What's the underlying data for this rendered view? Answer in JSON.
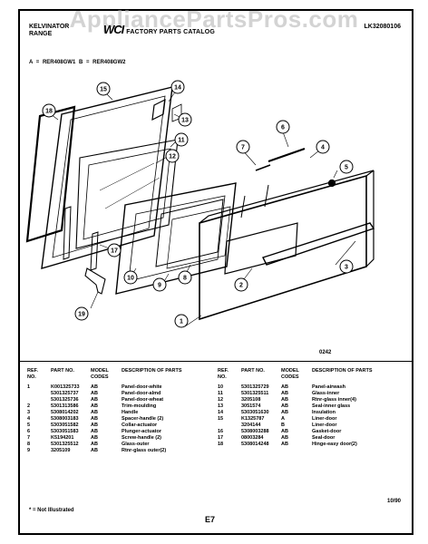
{
  "watermark": "AppliancePartsPros.com",
  "header": {
    "brand": "KELVINATOR",
    "product": "RANGE",
    "logo": "WCI",
    "title": "FACTORY PARTS CATALOG",
    "catalog_no": "LK32080106"
  },
  "models": "A = RER408GW1    B = RER408GW2",
  "callouts": [
    "18",
    "15",
    "14",
    "13",
    "11",
    "12",
    "6",
    "7",
    "4",
    "5",
    "17",
    "10",
    "9",
    "8",
    "2",
    "3",
    "1",
    "19"
  ],
  "figure_code": "0242",
  "columns": {
    "ref": "REF. NO.",
    "part": "PART NO.",
    "model": "MODEL CODES",
    "desc": "DESCRIPTION OF PARTS"
  },
  "parts_left": [
    {
      "ref": "1",
      "part": "K001325733",
      "model": "AB",
      "desc": "Panel-door-white"
    },
    {
      "ref": "",
      "part": "5301325737",
      "model": "AB",
      "desc": "Panel-door-almd"
    },
    {
      "ref": "",
      "part": "5301325736",
      "model": "AB",
      "desc": "Panel-door-wheat"
    },
    {
      "ref": "2",
      "part": "5301313586",
      "model": "AB",
      "desc": "Trim-moulding"
    },
    {
      "ref": "3",
      "part": "5308014202",
      "model": "AB",
      "desc": "Handle"
    },
    {
      "ref": "4",
      "part": "5308003183",
      "model": "AB",
      "desc": "Spacer-handle (2)"
    },
    {
      "ref": "5",
      "part": "5303051582",
      "model": "AB",
      "desc": "Collar-actuator"
    },
    {
      "ref": "6",
      "part": "5303051583",
      "model": "AB",
      "desc": "Plunger-actuator"
    },
    {
      "ref": "7",
      "part": "K5194201",
      "model": "AB",
      "desc": "Screw-handle (2)"
    },
    {
      "ref": "8",
      "part": "5301325512",
      "model": "AB",
      "desc": "Glass-outer"
    },
    {
      "ref": "9",
      "part": "3205109",
      "model": "AB",
      "desc": "Rtnr-glass outer(2)"
    }
  ],
  "parts_right": [
    {
      "ref": "10",
      "part": "5301325729",
      "model": "AB",
      "desc": "Panel-airwash"
    },
    {
      "ref": "11",
      "part": "5301325511",
      "model": "AB",
      "desc": "Glass-inner"
    },
    {
      "ref": "12",
      "part": "3205108",
      "model": "AB",
      "desc": "Rtnr-glass inner(4)"
    },
    {
      "ref": "13",
      "part": "3051574",
      "model": "AB",
      "desc": "Seal-inner glass"
    },
    {
      "ref": "14",
      "part": "5303051630",
      "model": "AB",
      "desc": "Insulation"
    },
    {
      "ref": "15",
      "part": "K1325787",
      "model": "A",
      "desc": "Liner-door"
    },
    {
      "ref": "",
      "part": "3204144",
      "model": "B",
      "desc": "Liner-door"
    },
    {
      "ref": "16",
      "part": "5308003288",
      "model": "AB",
      "desc": "Gasket-door"
    },
    {
      "ref": "17",
      "part": "08003284",
      "model": "AB",
      "desc": "Seal-door"
    },
    {
      "ref": "18",
      "part": "5308014248",
      "model": "AB",
      "desc": "Hinge-easy door(2)"
    }
  ],
  "footer": {
    "note": "* = Not Illustrated",
    "page": "E7",
    "date": "10/90"
  }
}
